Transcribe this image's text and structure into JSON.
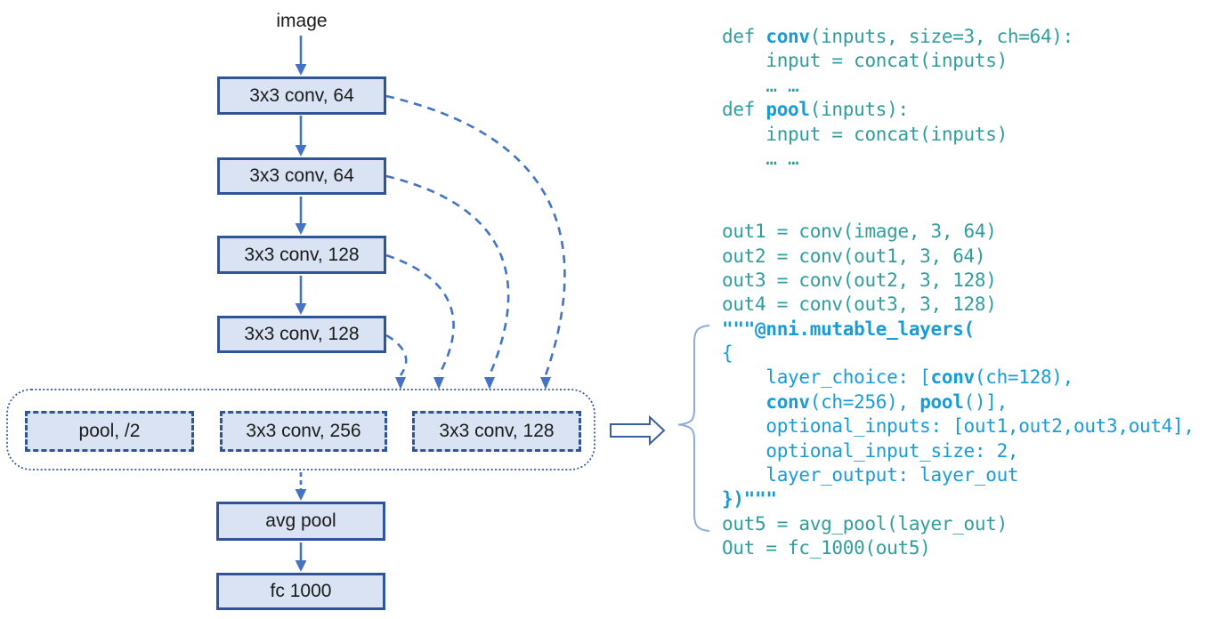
{
  "diagram": {
    "input_label": "image",
    "conv_boxes": [
      "3x3 conv, 64",
      "3x3 conv, 64",
      "3x3 conv, 128",
      "3x3 conv, 128"
    ],
    "candidate_boxes": [
      "pool, /2",
      "3x3 conv, 256",
      "3x3 conv, 128"
    ],
    "tail_boxes": [
      "avg pool",
      "fc 1000"
    ]
  },
  "colors": {
    "box_fill": "#dae3f3",
    "box_border": "#2f5597",
    "arrow_blue": "#4472c4",
    "code_teal": "#2e9d9b",
    "code_blue": "#199bd8",
    "brace_blue": "#8faadc"
  },
  "code": {
    "lines": [
      [
        {
          "t": "def ",
          "c": "teal"
        },
        {
          "t": "conv",
          "c": "blueb"
        },
        {
          "t": "(inputs, size=3, ch=64):",
          "c": "teal"
        }
      ],
      [
        {
          "t": "    input = concat(inputs)",
          "c": "teal"
        }
      ],
      [
        {
          "t": "    … …",
          "c": "teal"
        }
      ],
      [
        {
          "t": "def ",
          "c": "teal"
        },
        {
          "t": "pool",
          "c": "blueb"
        },
        {
          "t": "(inputs):",
          "c": "teal"
        }
      ],
      [
        {
          "t": "    input = concat(inputs)",
          "c": "teal"
        }
      ],
      [
        {
          "t": "    … …",
          "c": "teal"
        }
      ],
      [],
      [],
      [
        {
          "t": "out1 = conv(image, 3, 64)",
          "c": "teal"
        }
      ],
      [
        {
          "t": "out2 = conv(out1, 3, 64)",
          "c": "teal"
        }
      ],
      [
        {
          "t": "out3 = conv(out2, 3, 128)",
          "c": "teal"
        }
      ],
      [
        {
          "t": "out4 = conv(out3, 3, 128)",
          "c": "teal"
        }
      ],
      [
        {
          "t": "\"\"\"@nni.mutable_layers(",
          "c": "blueb"
        }
      ],
      [
        {
          "t": "{",
          "c": "blue"
        }
      ],
      [
        {
          "t": "    layer_choice: [",
          "c": "blue"
        },
        {
          "t": "conv",
          "c": "blueb"
        },
        {
          "t": "(ch=128),",
          "c": "blue"
        }
      ],
      [
        {
          "t": "    ",
          "c": "blue"
        },
        {
          "t": "conv",
          "c": "blueb"
        },
        {
          "t": "(ch=256), ",
          "c": "blue"
        },
        {
          "t": "pool",
          "c": "blueb"
        },
        {
          "t": "()],",
          "c": "blue"
        }
      ],
      [
        {
          "t": "    optional_inputs: [out1,out2,out3,out4],",
          "c": "blue"
        }
      ],
      [
        {
          "t": "    optional_input_size: 2,",
          "c": "blue"
        }
      ],
      [
        {
          "t": "    layer_output: layer_out",
          "c": "blue"
        }
      ],
      [
        {
          "t": "})\"\"\"",
          "c": "blueb"
        }
      ],
      [
        {
          "t": "out5 = avg_pool(layer_out)",
          "c": "teal"
        }
      ],
      [
        {
          "t": "Out = fc_1000(out5)",
          "c": "teal"
        }
      ]
    ]
  }
}
